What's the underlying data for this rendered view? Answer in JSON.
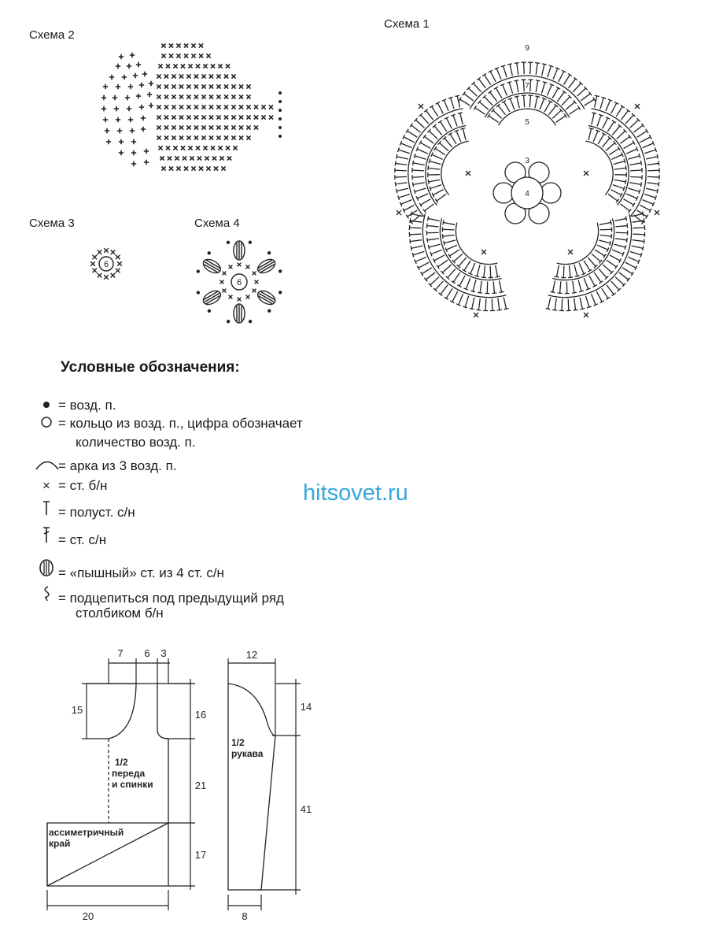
{
  "schemas": {
    "schema1": "Схема 1",
    "schema2": "Схема 2",
    "schema3": "Схема 3",
    "schema4": "Схема 4"
  },
  "schema1_rings": [
    "9",
    "7",
    "5",
    "3",
    "4"
  ],
  "ring_center_number": "6",
  "legend": {
    "title": "Условные обозначения:",
    "items": [
      {
        "icon": "dot-icon",
        "text": "= возд. п."
      },
      {
        "icon": "ring-icon",
        "text": "= кольцо из возд. п., цифра обозначает",
        "text2": "количество возд. п."
      },
      {
        "icon": "arc-icon",
        "text": "= арка из 3 возд. п."
      },
      {
        "icon": "cross-icon",
        "text": "= ст. б/н"
      },
      {
        "icon": "half-dc-icon",
        "text": "= полуст. с/н"
      },
      {
        "icon": "dc-icon",
        "text": "= ст. с/н"
      },
      {
        "icon": "puff-stitch-icon",
        "text": "= «пышный» ст. из 4 ст. с/н"
      },
      {
        "icon": "hook-under-icon",
        "text": "= подцепиться под предыдущий ряд",
        "text2": "столбиком б/н"
      }
    ]
  },
  "watermark": "hitsovet.ru",
  "pattern_body": {
    "label": [
      "1/2",
      "переда",
      "и спинки"
    ],
    "edge_label": [
      "ассиметричный",
      "край"
    ],
    "dims": {
      "top_a": "7",
      "top_b": "6",
      "top_c": "3",
      "left": "15",
      "right_top": "16",
      "right_mid": "21",
      "right_bottom": "17",
      "bottom": "20"
    }
  },
  "pattern_sleeve": {
    "label": [
      "1/2",
      "рукава"
    ],
    "dims": {
      "top": "12",
      "right_top": "14",
      "right_bottom": "41",
      "bottom": "8"
    }
  }
}
